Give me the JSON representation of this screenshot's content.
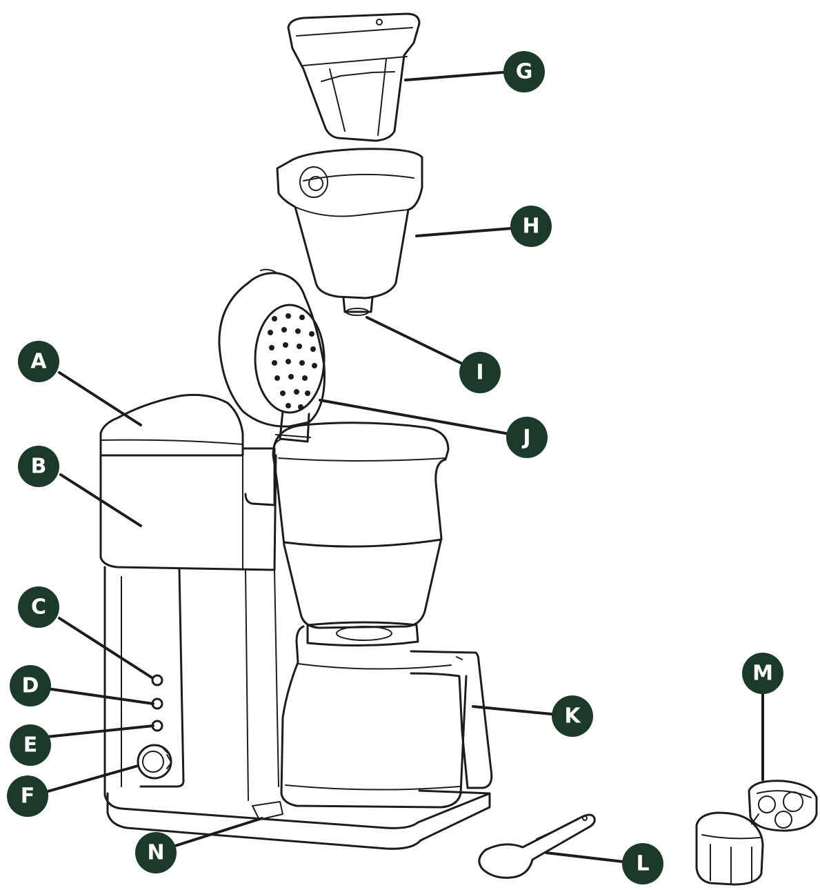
{
  "labels": {
    "a": "A",
    "b": "B",
    "c": "C",
    "d": "D",
    "e": "E",
    "f": "F",
    "g": "G",
    "h": "H",
    "i": "I",
    "j": "J",
    "k": "K",
    "l": "L",
    "m": "M",
    "n": "N"
  },
  "colors": {
    "badge": "#1c3a2b",
    "badge_text": "#ffffff",
    "line": "#1c1c1c",
    "background": "#ffffff"
  }
}
